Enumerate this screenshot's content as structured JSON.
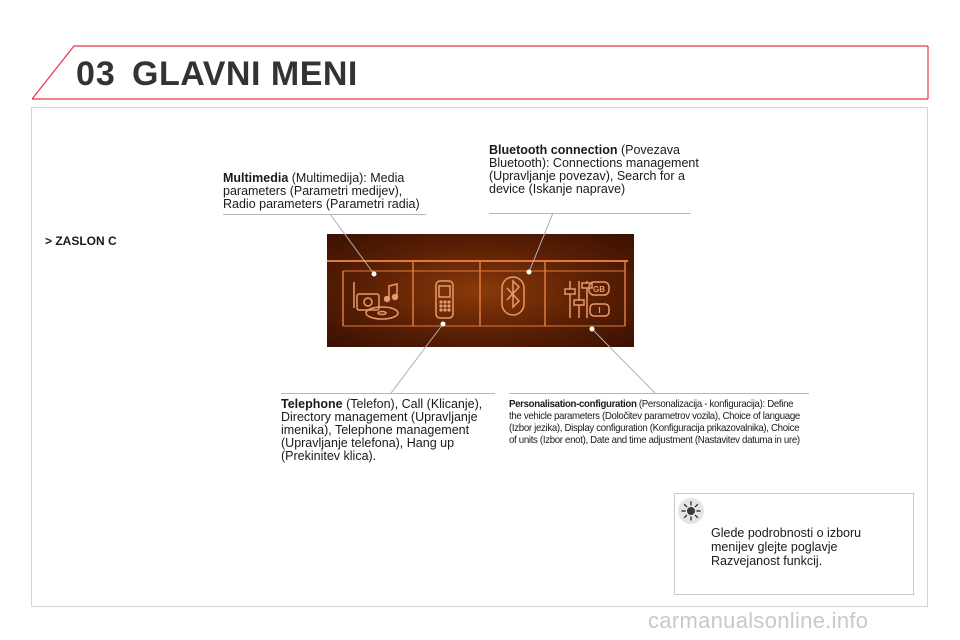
{
  "header": {
    "chapter_number": "03",
    "title": "GLAVNI MENI",
    "accent_color": "#e8334f"
  },
  "section": {
    "label": "> ZASLON C"
  },
  "callouts": {
    "multimedia": {
      "term": "Multimedia",
      "description": " (Multimedija): Media parameters (Parametri medijev), Radio parameters (Parametri radia)"
    },
    "bluetooth": {
      "term": "Bluetooth connection",
      "description": " (Povezava Bluetooth): Connections management (Upravljanje povezav), Search for a device (Iskanje naprave)"
    },
    "telephone": {
      "term": "Telephone",
      "description": " (Telefon), Call (Klicanje), Directory management (Upravljanje imenika), Telephone management (Upravljanje telefona), Hang up (Prekinitev klica)."
    },
    "personalisation": {
      "term": "Personalisation-configuration",
      "description": " (Personalizacija - konfiguracija): Define the vehicle parameters (Določitev parametrov vozila), Choice of language (Izbor jezika), Display configuration (Konfiguracija prikazovalnika), Choice of units (Izbor enot), Date and time adjustment (Nastavitev datuma in ure)"
    }
  },
  "screen": {
    "icons": [
      "multimedia-icon",
      "telephone-icon",
      "bluetooth-icon",
      "personalisation-icon"
    ],
    "language_badges": [
      "GB",
      "I"
    ],
    "colors": {
      "line": "#e07a3a",
      "icon": "#e89a6a"
    }
  },
  "note": {
    "icon": "lightbulb-icon",
    "text": "Glede podrobnosti o izboru menijev glejte poglavje Razvejanost funkcij."
  },
  "watermark": "carmanualsonline.info"
}
